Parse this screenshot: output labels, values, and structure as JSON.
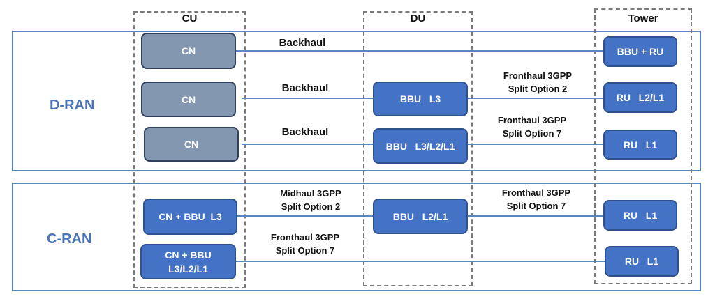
{
  "columns": {
    "cu": "CU",
    "du": "DU",
    "tower": "Tower"
  },
  "sections": {
    "dran": "D-RAN",
    "cran": "C-RAN"
  },
  "nodes": {
    "cn1": "CN",
    "cn2": "CN",
    "cn3": "CN",
    "cn_bbu_l3": "CN + BBU  L3",
    "cn_bbu_l3l2l1": "CN + BBU\nL3/L2/L1",
    "bbu_l3": "BBU   L3",
    "bbu_l3l2l1": "BBU   L3/L2/L1",
    "bbu_l2l1": "BBU   L2/L1",
    "bbu_ru": "BBU + RU",
    "ru_l2l1": "RU   L2/L1",
    "ru_l1_a": "RU   L1",
    "ru_l1_b": "RU   L1",
    "ru_l1_c": "RU   L1"
  },
  "links": {
    "backhaul1": "Backhaul",
    "backhaul2": "Backhaul",
    "backhaul3": "Backhaul",
    "fronthaul_opt2": "Fronthaul 3GPP\nSplit Option 2",
    "fronthaul_opt7": "Fronthaul 3GPP\nSplit Option 7",
    "midhaul_opt2": "Midhaul 3GPP\nSplit Option 2",
    "fronthaul_cran_opt2": "Fronthaul 3GPP\nSplit Option 7",
    "fronthaul_cran_opt7": "Fronthaul 3GPP\nSplit Option 7"
  },
  "colors": {
    "section_border": "#5b84c4",
    "node_blue": "#4472c4",
    "node_grey": "#8497b0",
    "label_blue": "#4a74b8"
  }
}
